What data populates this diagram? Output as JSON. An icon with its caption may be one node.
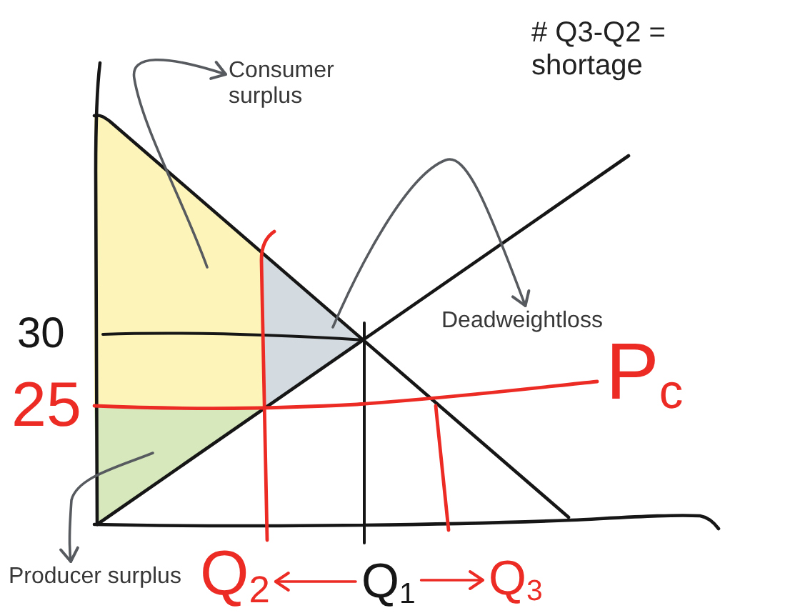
{
  "diagram": {
    "nodes": [
      {
        "text": [
          "Consumer surplus"
        ]
      },
      {
        "text": [],
        "shape": "area"
      },
      {
        "text": [
          "Deadweightloss"
        ]
      },
      {
        "text": [],
        "shape": "area"
      },
      {
        "text": [
          "Producer surplus"
        ]
      },
      {
        "text": [],
        "shape": "area"
      },
      {
        "text": [
          "Q$_{2}$"
        ]
      },
      {
        "text": [
          "Q$_{1}$"
        ]
      },
      {
        "text": [
          "Q$_{3}$"
        ]
      }
    ],
    "edges": [
      {
        "from": 1,
        "to": 0,
        "arrow": "to"
      },
      {
        "from": 3,
        "to": 2,
        "arrow": "to"
      },
      {
        "from": 5,
        "to": 4,
        "arrow": "to"
      },
      {
        "from": 7,
        "to": 6,
        "arrow": "to",
        "color": "#ec2b25"
      },
      {
        "from": 7,
        "to": 8,
        "arrow": "to",
        "color": "#ec2b25"
      }
    ],
    "labels": [
      "# Q3-Q2 = shortage",
      "30",
      "25",
      "P$_{c}$"
    ]
  }
}
